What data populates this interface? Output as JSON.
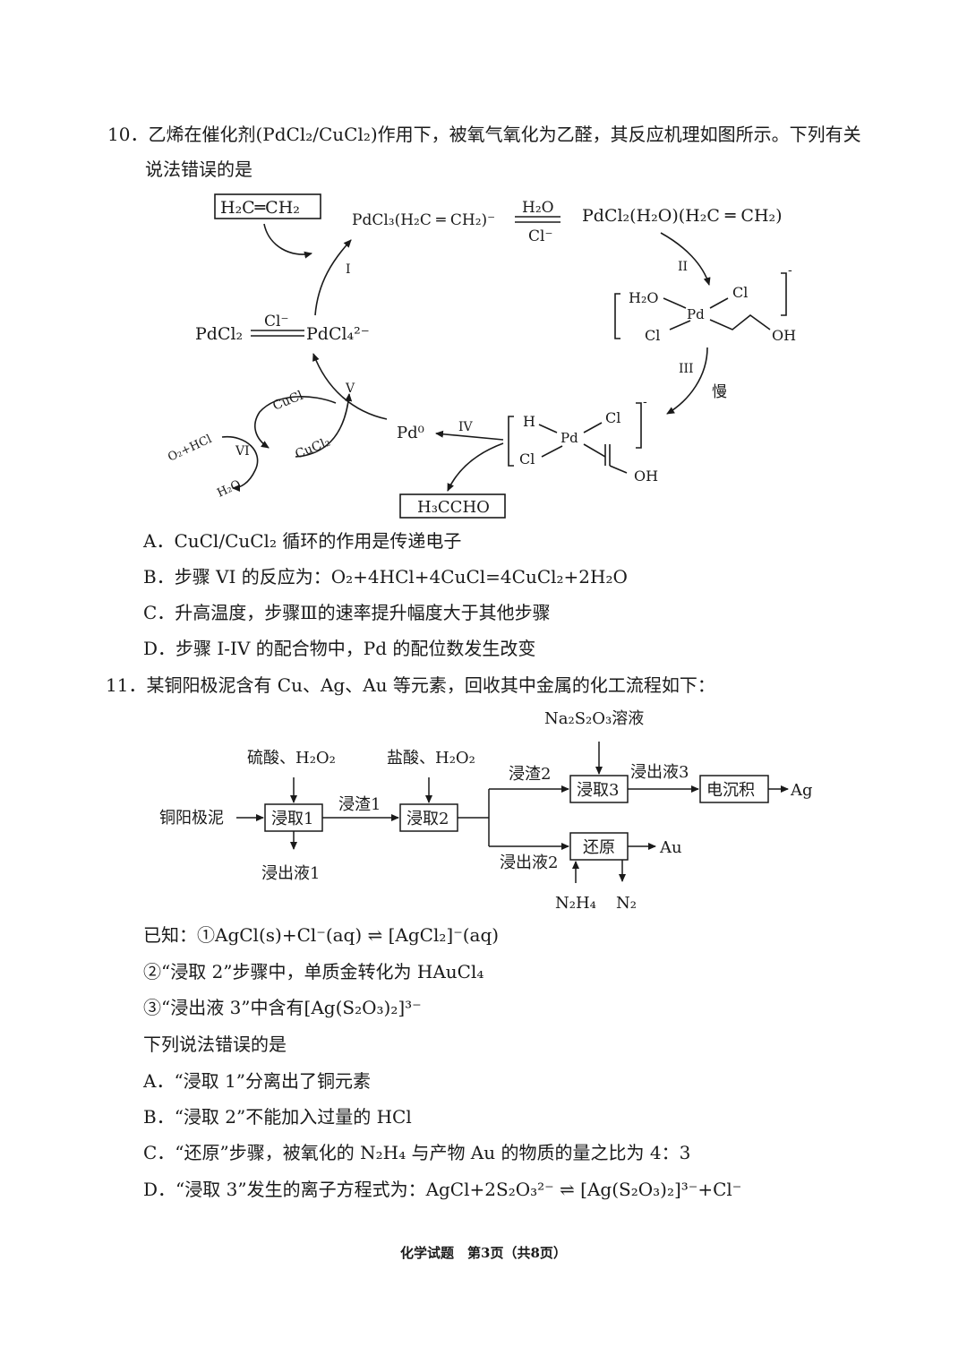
{
  "q10": {
    "stem_line1": "10．乙烯在催化剂(PdCl₂/CuCl₂)作用下，被氧气氧化为乙醛，其反应机理如图所示。下列有关",
    "stem_line2": "说法错误的是",
    "diagram": {
      "ethylene": "H₂C═CH₂",
      "pd_complex1": "PdCl₃(H₂C ═ CH₂)⁻",
      "water_top": "H₂O",
      "chloride_bottom": "Cl⁻",
      "pd_complex2": "PdCl₂(H₂O)(H₂C ═ CH₂)",
      "step1": "I",
      "step2": "II",
      "step3": "III",
      "slow": "慢",
      "step4": "IV",
      "step5": "V",
      "step6": "VI",
      "pdcl2": "PdCl₂",
      "chloride_eq": "Cl⁻",
      "pdcl4": "PdCl₄²⁻",
      "h2o_ligand": "H₂O",
      "cl": "Cl",
      "pd": "Pd",
      "oh": "OH",
      "minus": "-",
      "h": "H",
      "pd0": "Pd⁰",
      "cucl": "CuCl",
      "cucl2": "CuCl₂",
      "o2hcl": "O₂+HCl",
      "h2o_out": "H₂O",
      "product": "H₃CCHO"
    },
    "options": [
      "A．CuCl/CuCl₂ 循环的作用是传递电子",
      "B．步骤 VI 的反应为：O₂+4HCl+4CuCl=4CuCl₂+2H₂O",
      "C．升高温度，步骤Ⅲ的速率提升幅度大于其他步骤",
      "D．步骤 I-IV 的配合物中，Pd 的配位数发生改变"
    ]
  },
  "q11": {
    "stem": "11．某铜阳极泥含有 Cu、Ag、Au 等元素，回收其中金属的化工流程如下：",
    "flow": {
      "raw": "铜阳极泥",
      "reagent1": "硫酸、H₂O₂",
      "leach1": "浸取1",
      "liquor1": "浸出液1",
      "residue1": "浸渣1",
      "reagent2": "盐酸、H₂O₂",
      "leach2": "浸取2",
      "residue2": "浸渣2",
      "liquor2": "浸出液2",
      "reagent3": "Na₂S₂O₃溶液",
      "leach3": "浸取3",
      "liquor3": "浸出液3",
      "electro": "电沉积",
      "ag": "Ag",
      "reduce": "还原",
      "au": "Au",
      "n2h4": "N₂H₄",
      "n2": "N₂"
    },
    "known": [
      "已知：①AgCl(s)+Cl⁻(aq) ⇌ [AgCl₂]⁻(aq)",
      "②“浸取 2”步骤中，单质金转化为 HAuCl₄",
      "③“浸出液 3”中含有[Ag(S₂O₃)₂]³⁻"
    ],
    "question": "下列说法错误的是",
    "options": [
      "A．“浸取 1”分离出了铜元素",
      "B．“浸取 2”不能加入过量的 HCl",
      "C．“还原”步骤，被氧化的 N₂H₄ 与产物 Au 的物质的量之比为 4：3",
      "D．“浸取 3”发生的离子方程式为：AgCl+2S₂O₃²⁻ ⇌ [Ag(S₂O₃)₂]³⁻+Cl⁻"
    ]
  },
  "footer": "化学试题　第3页（共8页）"
}
